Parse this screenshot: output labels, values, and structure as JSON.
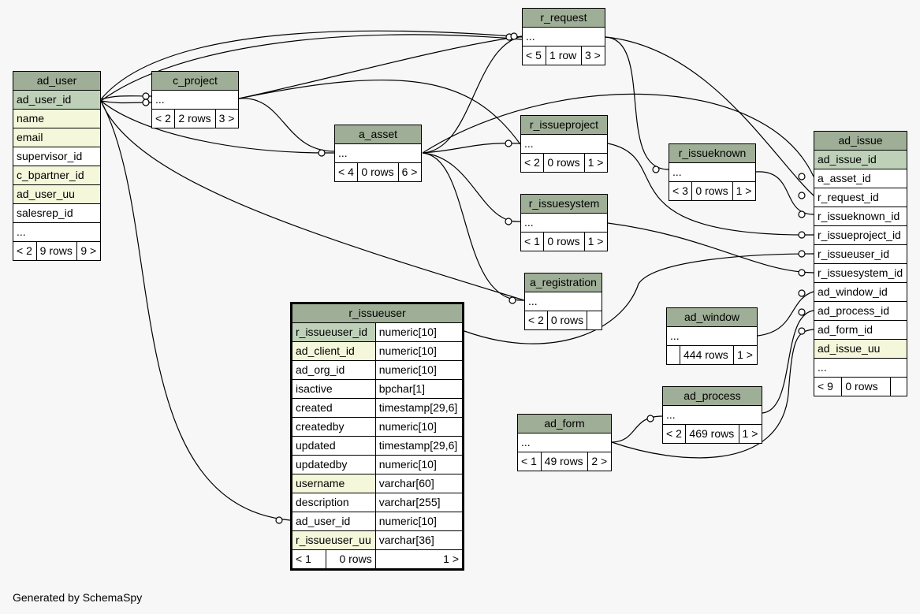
{
  "footer": "Generated by SchemaSpy",
  "tables": {
    "ad_user": {
      "name": "ad_user",
      "columns": [
        "ad_user_id",
        "name",
        "email",
        "supervisor_id",
        "c_bpartner_id",
        "ad_user_uu",
        "salesrep_id",
        "..."
      ],
      "footer": [
        "< 2",
        "9 rows",
        "9 >"
      ]
    },
    "c_project": {
      "name": "c_project",
      "columns": [
        "..."
      ],
      "footer": [
        "< 2",
        "2 rows",
        "3 >"
      ]
    },
    "a_asset": {
      "name": "a_asset",
      "columns": [
        "..."
      ],
      "footer": [
        "< 4",
        "0 rows",
        "6 >"
      ]
    },
    "r_request": {
      "name": "r_request",
      "columns": [
        "..."
      ],
      "footer": [
        "< 5",
        "1 row",
        "3 >"
      ]
    },
    "r_issueproject": {
      "name": "r_issueproject",
      "columns": [
        "..."
      ],
      "footer": [
        "< 2",
        "0 rows",
        "1 >"
      ]
    },
    "r_issueknown": {
      "name": "r_issueknown",
      "columns": [
        "..."
      ],
      "footer": [
        "< 3",
        "0 rows",
        "1 >"
      ]
    },
    "r_issuesystem": {
      "name": "r_issuesystem",
      "columns": [
        "..."
      ],
      "footer": [
        "< 1",
        "0 rows",
        "1 >"
      ]
    },
    "a_registration": {
      "name": "a_registration",
      "columns": [
        "..."
      ],
      "footer": [
        "< 2",
        "0 rows",
        ""
      ]
    },
    "ad_window": {
      "name": "ad_window",
      "columns": [
        "..."
      ],
      "footer": [
        "",
        "444 rows",
        "1 >"
      ]
    },
    "ad_process": {
      "name": "ad_process",
      "columns": [
        "..."
      ],
      "footer": [
        "< 2",
        "469 rows",
        "1 >"
      ]
    },
    "ad_form": {
      "name": "ad_form",
      "columns": [
        "..."
      ],
      "footer": [
        "< 1",
        "49 rows",
        "2 >"
      ]
    },
    "ad_issue": {
      "name": "ad_issue",
      "columns": [
        "ad_issue_id",
        "a_asset_id",
        "r_request_id",
        "r_issueknown_id",
        "r_issueproject_id",
        "r_issueuser_id",
        "r_issuesystem_id",
        "ad_window_id",
        "ad_process_id",
        "ad_form_id",
        "ad_issue_uu",
        "..."
      ],
      "footer": [
        "< 9",
        "0 rows",
        ""
      ]
    },
    "r_issueuser": {
      "name": "r_issueuser",
      "columns": [
        {
          "name": "r_issueuser_id",
          "type": "numeric[10]"
        },
        {
          "name": "ad_client_id",
          "type": "numeric[10]"
        },
        {
          "name": "ad_org_id",
          "type": "numeric[10]"
        },
        {
          "name": "isactive",
          "type": "bpchar[1]"
        },
        {
          "name": "created",
          "type": "timestamp[29,6]"
        },
        {
          "name": "createdby",
          "type": "numeric[10]"
        },
        {
          "name": "updated",
          "type": "timestamp[29,6]"
        },
        {
          "name": "updatedby",
          "type": "numeric[10]"
        },
        {
          "name": "username",
          "type": "varchar[60]"
        },
        {
          "name": "description",
          "type": "varchar[255]"
        },
        {
          "name": "ad_user_id",
          "type": "numeric[10]"
        },
        {
          "name": "r_issueuser_uu",
          "type": "varchar[36]"
        }
      ],
      "footer": [
        "< 1",
        "0 rows",
        "1 >"
      ]
    }
  },
  "colors": {
    "header": "#9fae96",
    "primary_key": "#bed1b8",
    "indexed": "#f4f7da",
    "background": "#f7f7f7"
  }
}
